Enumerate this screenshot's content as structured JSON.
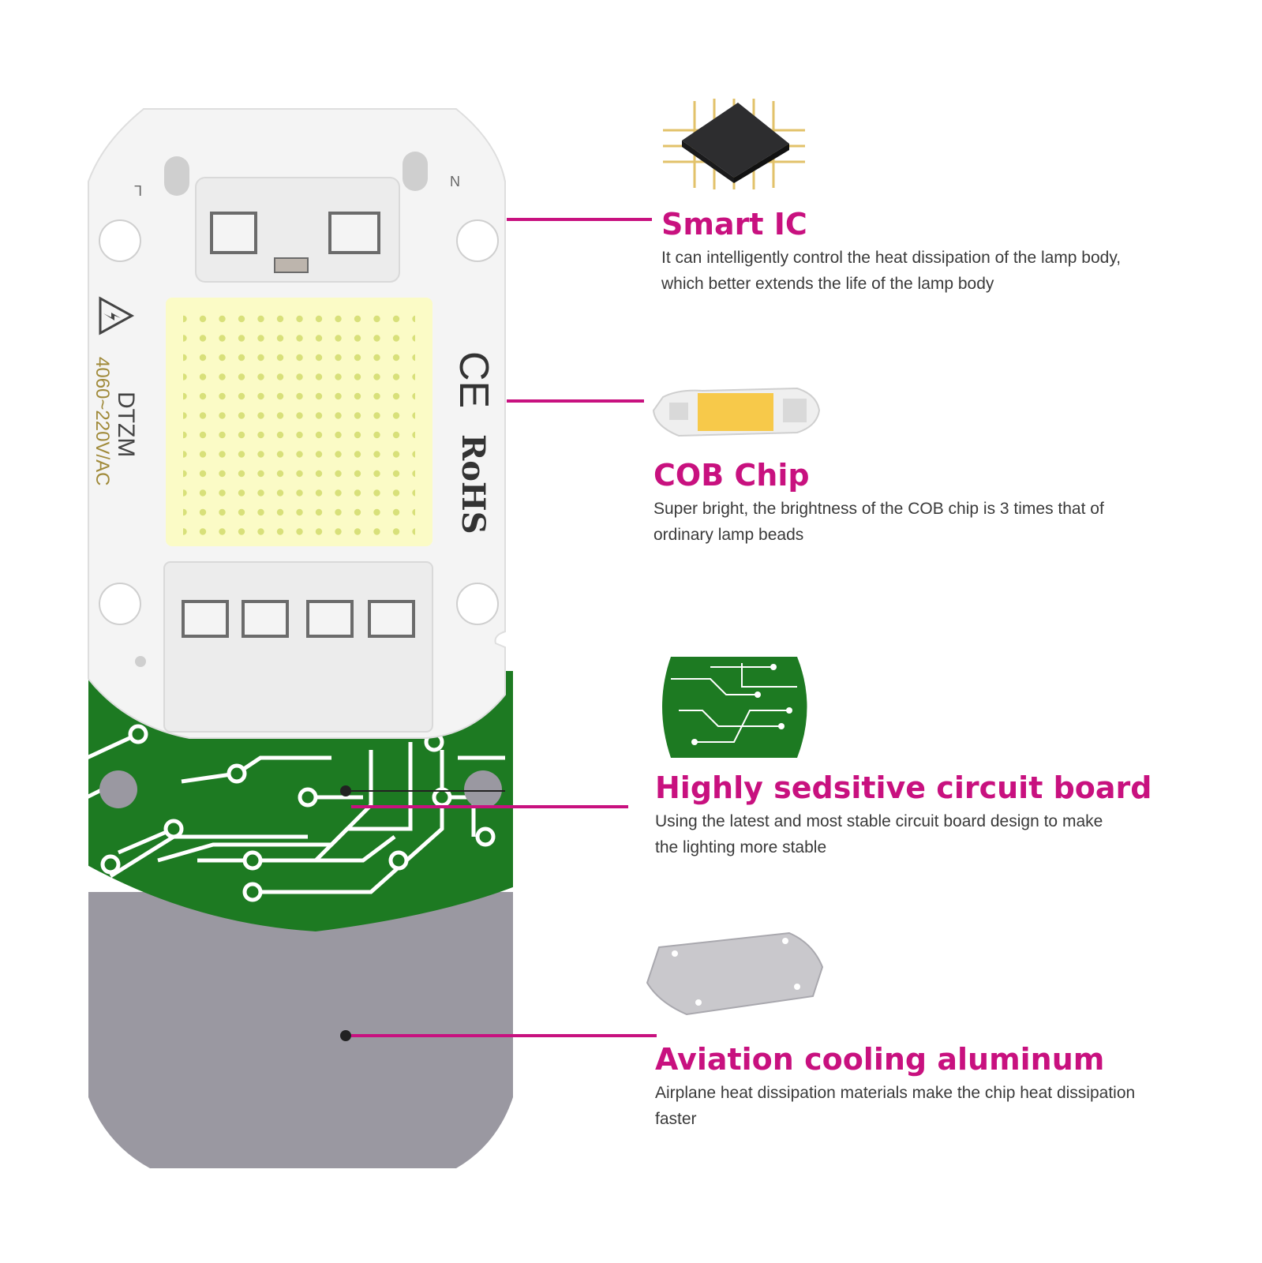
{
  "accent_color": "#c8117f",
  "board": {
    "left_terminal": "L",
    "right_terminal": "N",
    "brand": "DTZM",
    "rating": "4060~220V/AC",
    "ce_mark": "CE",
    "rohs_mark": "RoHS"
  },
  "features": [
    {
      "title": "Smart IC",
      "description": [
        "It can intelligently control the heat dissipation of the lamp body,",
        "which better extends the life of the lamp body"
      ],
      "icon": "ic-chip-icon"
    },
    {
      "title": "COB Chip",
      "description": [
        "Super bright, the brightness of the COB chip is 3 times that of",
        "ordinary lamp beads"
      ],
      "icon": "cob-chip-icon"
    },
    {
      "title": "Highly sedsitive circuit board",
      "description": [
        "Using the latest and most stable circuit board design to make",
        "the lighting more stable"
      ],
      "icon": "circuit-board-icon"
    },
    {
      "title": "Aviation cooling aluminum",
      "description": [
        "Airplane heat dissipation materials make the chip heat dissipation",
        "faster"
      ],
      "icon": "aluminum-plate-icon"
    }
  ]
}
